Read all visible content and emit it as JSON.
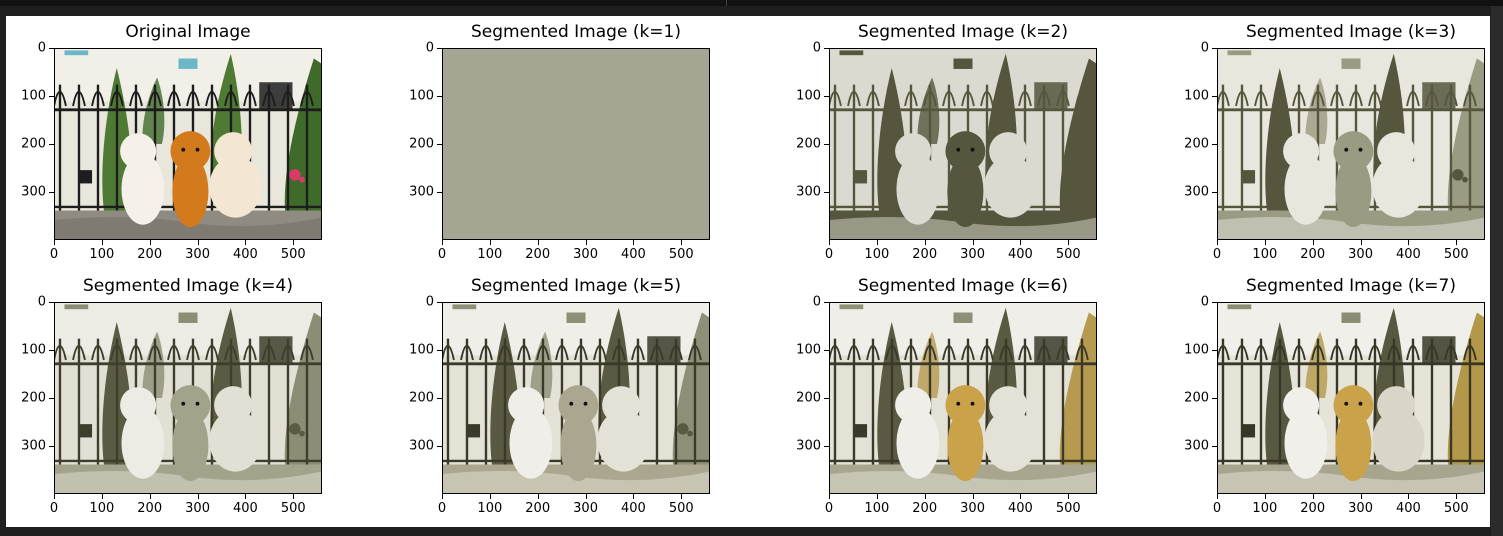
{
  "figure": {
    "background": "#ffffff",
    "subplots": [
      {
        "title": "Original Image",
        "kind": "photo"
      },
      {
        "title": "Segmented Image (k=1)",
        "kind": "flat"
      },
      {
        "title": "Segmented Image (k=2)",
        "kind": "seg2"
      },
      {
        "title": "Segmented Image (k=3)",
        "kind": "seg3"
      },
      {
        "title": "Segmented Image (k=4)",
        "kind": "seg4"
      },
      {
        "title": "Segmented Image (k=5)",
        "kind": "seg5"
      },
      {
        "title": "Segmented Image (k=6)",
        "kind": "seg6"
      },
      {
        "title": "Segmented Image (k=7)",
        "kind": "seg7"
      }
    ],
    "x_ticks": [
      "0",
      "100",
      "200",
      "300",
      "400",
      "500"
    ],
    "y_ticks": [
      "0",
      "100",
      "200",
      "300"
    ],
    "colors": {
      "flat": "#a6a592",
      "dark_olive": "#56553d",
      "light_beige": "#dcdad0",
      "mid_olive": "#9b9a82",
      "tan": "#c9a24a"
    }
  }
}
